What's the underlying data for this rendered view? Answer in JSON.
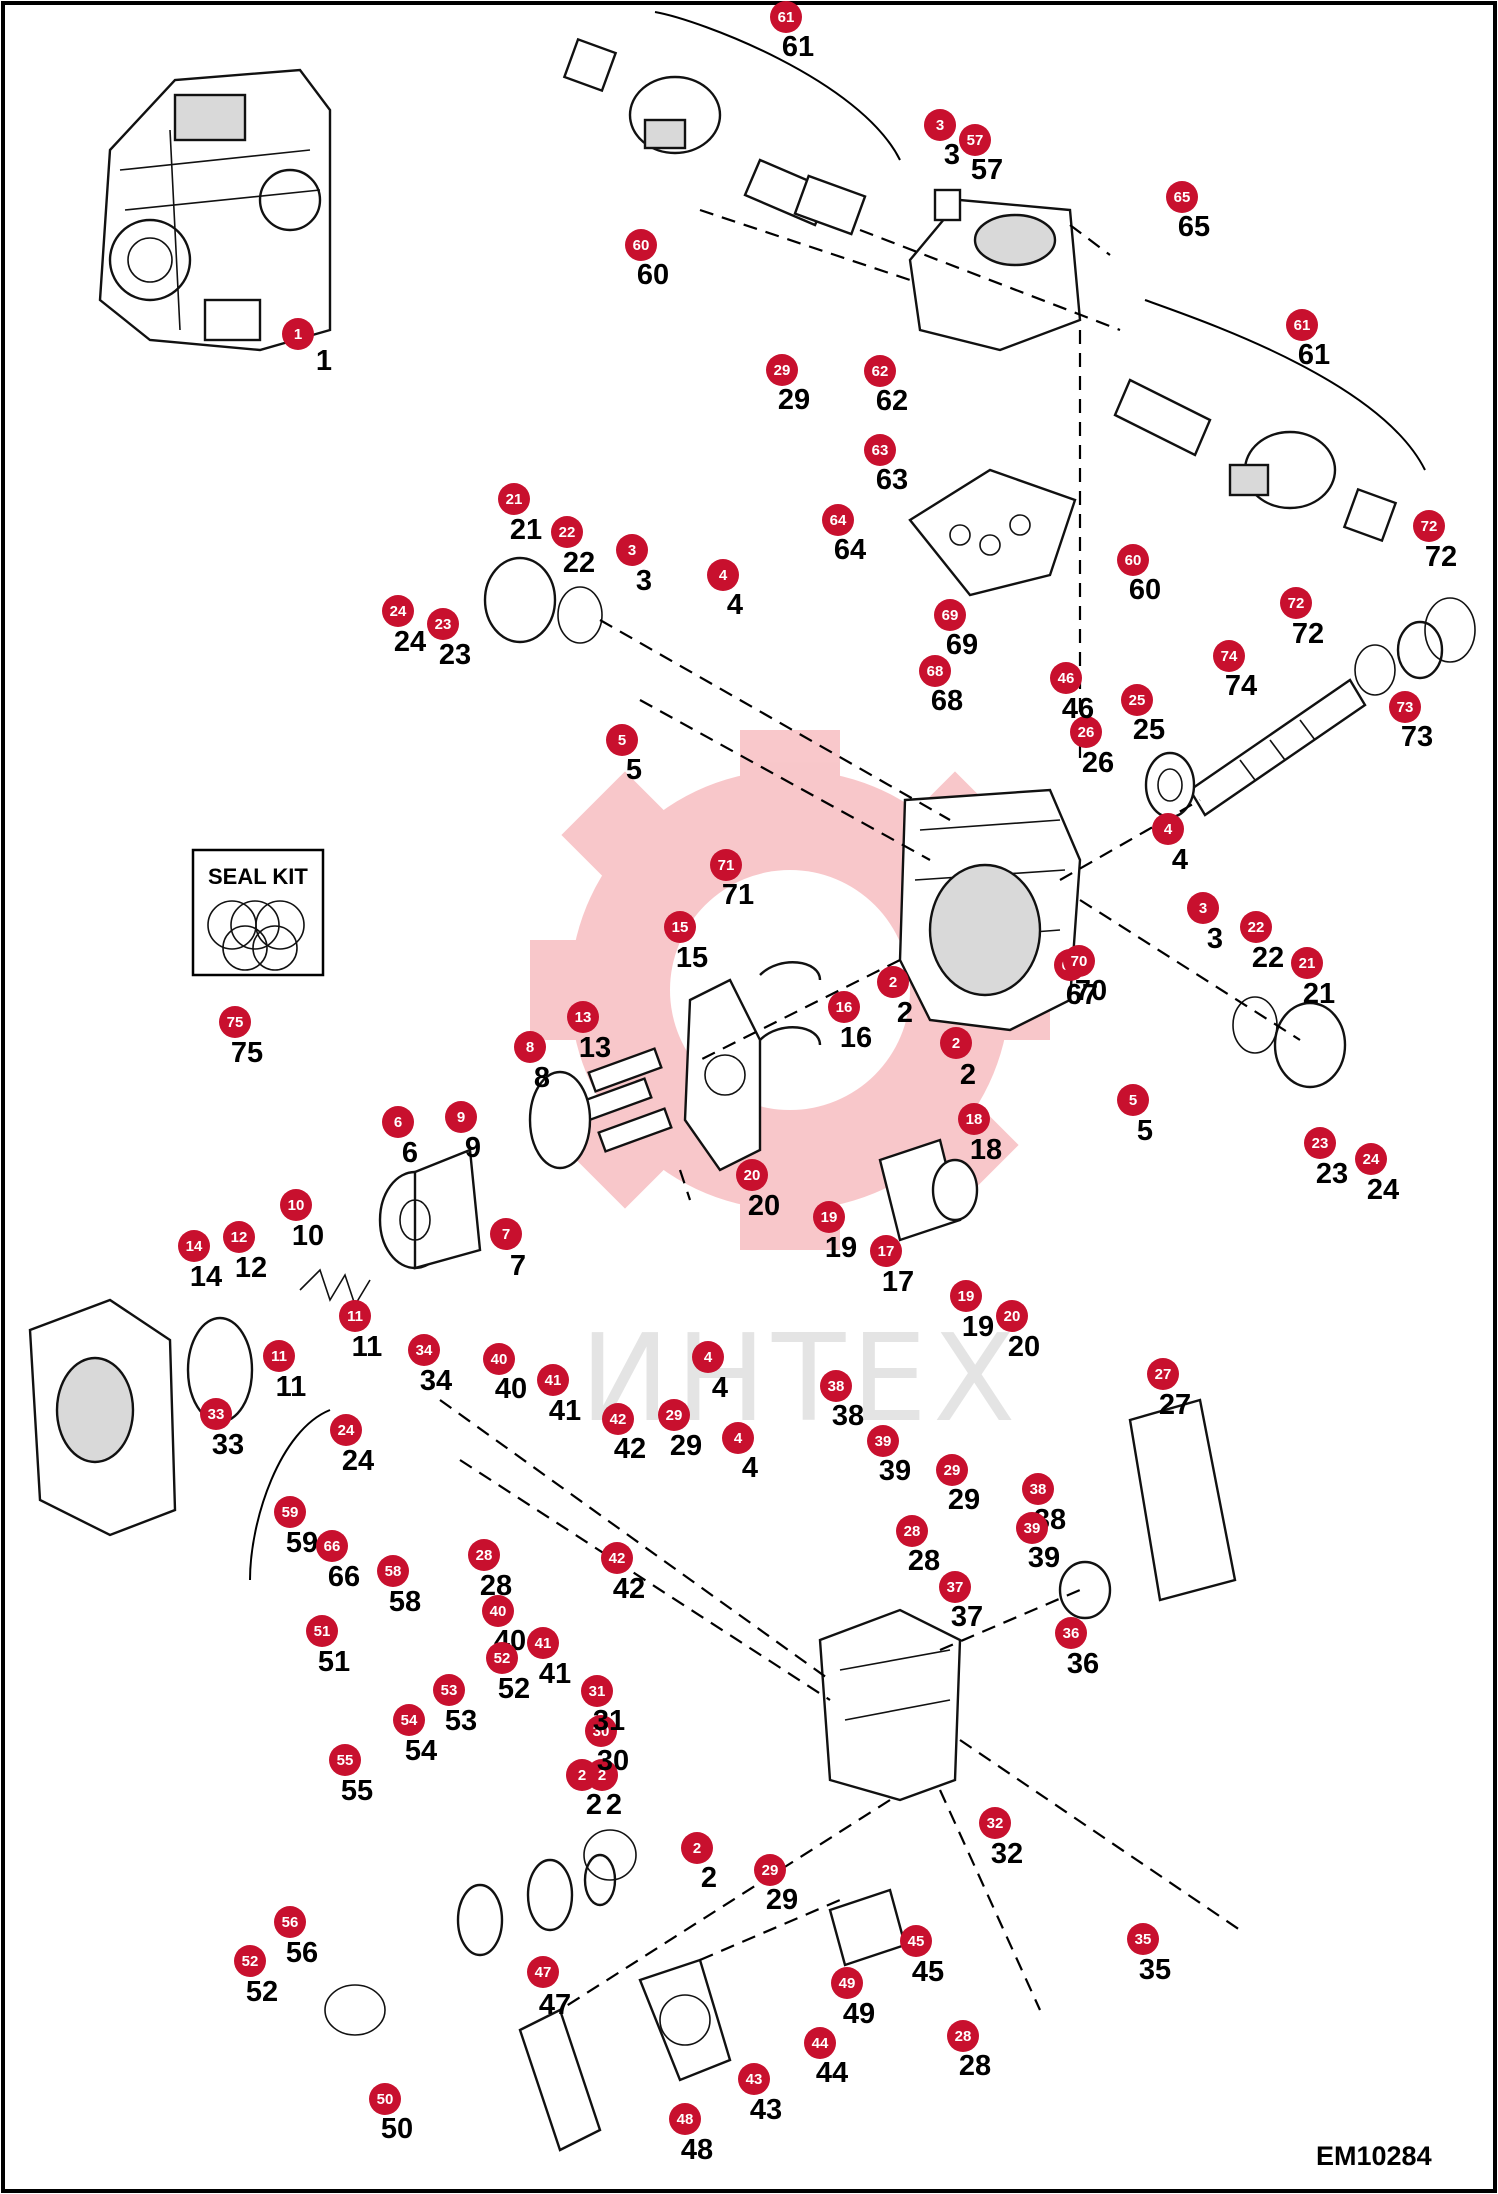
{
  "diagram_code": "EM10284",
  "seal_kit_label": "SEAL KIT",
  "watermark": "ИНТЕХ",
  "accent_color": "#c8102e",
  "callouts": [
    {
      "n": "1"
    },
    {
      "n": "2"
    },
    {
      "n": "2"
    },
    {
      "n": "2"
    },
    {
      "n": "2"
    },
    {
      "n": "2"
    },
    {
      "n": "3"
    },
    {
      "n": "3"
    },
    {
      "n": "3"
    },
    {
      "n": "4"
    },
    {
      "n": "4"
    },
    {
      "n": "4"
    },
    {
      "n": "4"
    },
    {
      "n": "5"
    },
    {
      "n": "5"
    },
    {
      "n": "6"
    },
    {
      "n": "7"
    },
    {
      "n": "8"
    },
    {
      "n": "9"
    },
    {
      "n": "10"
    },
    {
      "n": "11"
    },
    {
      "n": "11"
    },
    {
      "n": "12"
    },
    {
      "n": "13"
    },
    {
      "n": "14"
    },
    {
      "n": "15"
    },
    {
      "n": "16"
    },
    {
      "n": "17"
    },
    {
      "n": "18"
    },
    {
      "n": "19"
    },
    {
      "n": "19"
    },
    {
      "n": "20"
    },
    {
      "n": "20"
    },
    {
      "n": "21"
    },
    {
      "n": "21"
    },
    {
      "n": "22"
    },
    {
      "n": "22"
    },
    {
      "n": "23"
    },
    {
      "n": "23"
    },
    {
      "n": "24"
    },
    {
      "n": "24"
    },
    {
      "n": "24"
    },
    {
      "n": "25"
    },
    {
      "n": "26"
    },
    {
      "n": "27"
    },
    {
      "n": "28"
    },
    {
      "n": "28"
    },
    {
      "n": "28"
    },
    {
      "n": "29"
    },
    {
      "n": "29"
    },
    {
      "n": "29"
    },
    {
      "n": "29"
    },
    {
      "n": "30"
    },
    {
      "n": "31"
    },
    {
      "n": "32"
    },
    {
      "n": "33"
    },
    {
      "n": "34"
    },
    {
      "n": "35"
    },
    {
      "n": "36"
    },
    {
      "n": "37"
    },
    {
      "n": "38"
    },
    {
      "n": "38"
    },
    {
      "n": "39"
    },
    {
      "n": "39"
    },
    {
      "n": "40"
    },
    {
      "n": "40"
    },
    {
      "n": "41"
    },
    {
      "n": "41"
    },
    {
      "n": "42"
    },
    {
      "n": "42"
    },
    {
      "n": "43"
    },
    {
      "n": "44"
    },
    {
      "n": "45"
    },
    {
      "n": "46"
    },
    {
      "n": "47"
    },
    {
      "n": "48"
    },
    {
      "n": "49"
    },
    {
      "n": "50"
    },
    {
      "n": "51"
    },
    {
      "n": "52"
    },
    {
      "n": "52"
    },
    {
      "n": "53"
    },
    {
      "n": "54"
    },
    {
      "n": "55"
    },
    {
      "n": "56"
    },
    {
      "n": "57"
    },
    {
      "n": "58"
    },
    {
      "n": "59"
    },
    {
      "n": "60"
    },
    {
      "n": "60"
    },
    {
      "n": "61"
    },
    {
      "n": "61"
    },
    {
      "n": "62"
    },
    {
      "n": "63"
    },
    {
      "n": "64"
    },
    {
      "n": "65"
    },
    {
      "n": "66"
    },
    {
      "n": "67"
    },
    {
      "n": "68"
    },
    {
      "n": "69"
    },
    {
      "n": "70"
    },
    {
      "n": "71"
    },
    {
      "n": "72"
    },
    {
      "n": "72"
    },
    {
      "n": "73"
    },
    {
      "n": "74"
    },
    {
      "n": "75"
    }
  ]
}
